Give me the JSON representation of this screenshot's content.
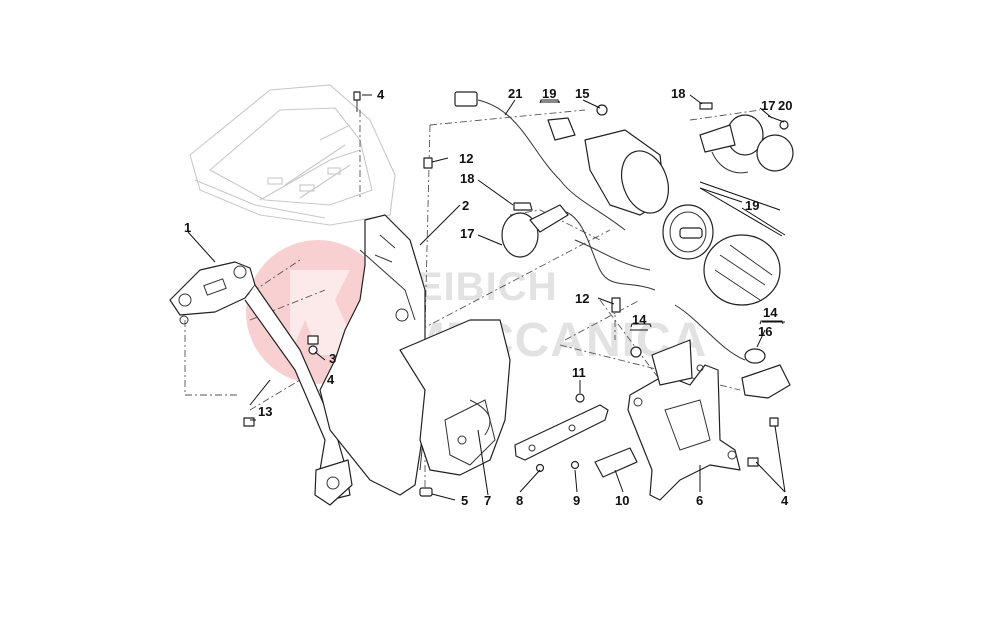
{
  "watermark": {
    "line1": "REIBICH",
    "line2": "MECCANICA",
    "color": "#e8575a"
  },
  "callouts": [
    {
      "id": "c4a",
      "text": "4"
    },
    {
      "id": "c21",
      "text": "21"
    },
    {
      "id": "c19a",
      "text": "19"
    },
    {
      "id": "c15",
      "text": "15"
    },
    {
      "id": "c18a",
      "text": "18"
    },
    {
      "id": "c17a",
      "text": "17"
    },
    {
      "id": "c20",
      "text": "20"
    },
    {
      "id": "c12a",
      "text": "12"
    },
    {
      "id": "c18b",
      "text": "18"
    },
    {
      "id": "c2",
      "text": "2"
    },
    {
      "id": "c19b",
      "text": "19"
    },
    {
      "id": "c1",
      "text": "1"
    },
    {
      "id": "c17b",
      "text": "17"
    },
    {
      "id": "c12b",
      "text": "12"
    },
    {
      "id": "c14a",
      "text": "14"
    },
    {
      "id": "c14b",
      "text": "14"
    },
    {
      "id": "c16",
      "text": "16"
    },
    {
      "id": "c3",
      "text": "3"
    },
    {
      "id": "c4b",
      "text": "4"
    },
    {
      "id": "c11",
      "text": "11"
    },
    {
      "id": "c13",
      "text": "13"
    },
    {
      "id": "c5",
      "text": "5"
    },
    {
      "id": "c7",
      "text": "7"
    },
    {
      "id": "c8",
      "text": "8"
    },
    {
      "id": "c9",
      "text": "9"
    },
    {
      "id": "c10",
      "text": "10"
    },
    {
      "id": "c6",
      "text": "6"
    },
    {
      "id": "c4c",
      "text": "4"
    }
  ]
}
